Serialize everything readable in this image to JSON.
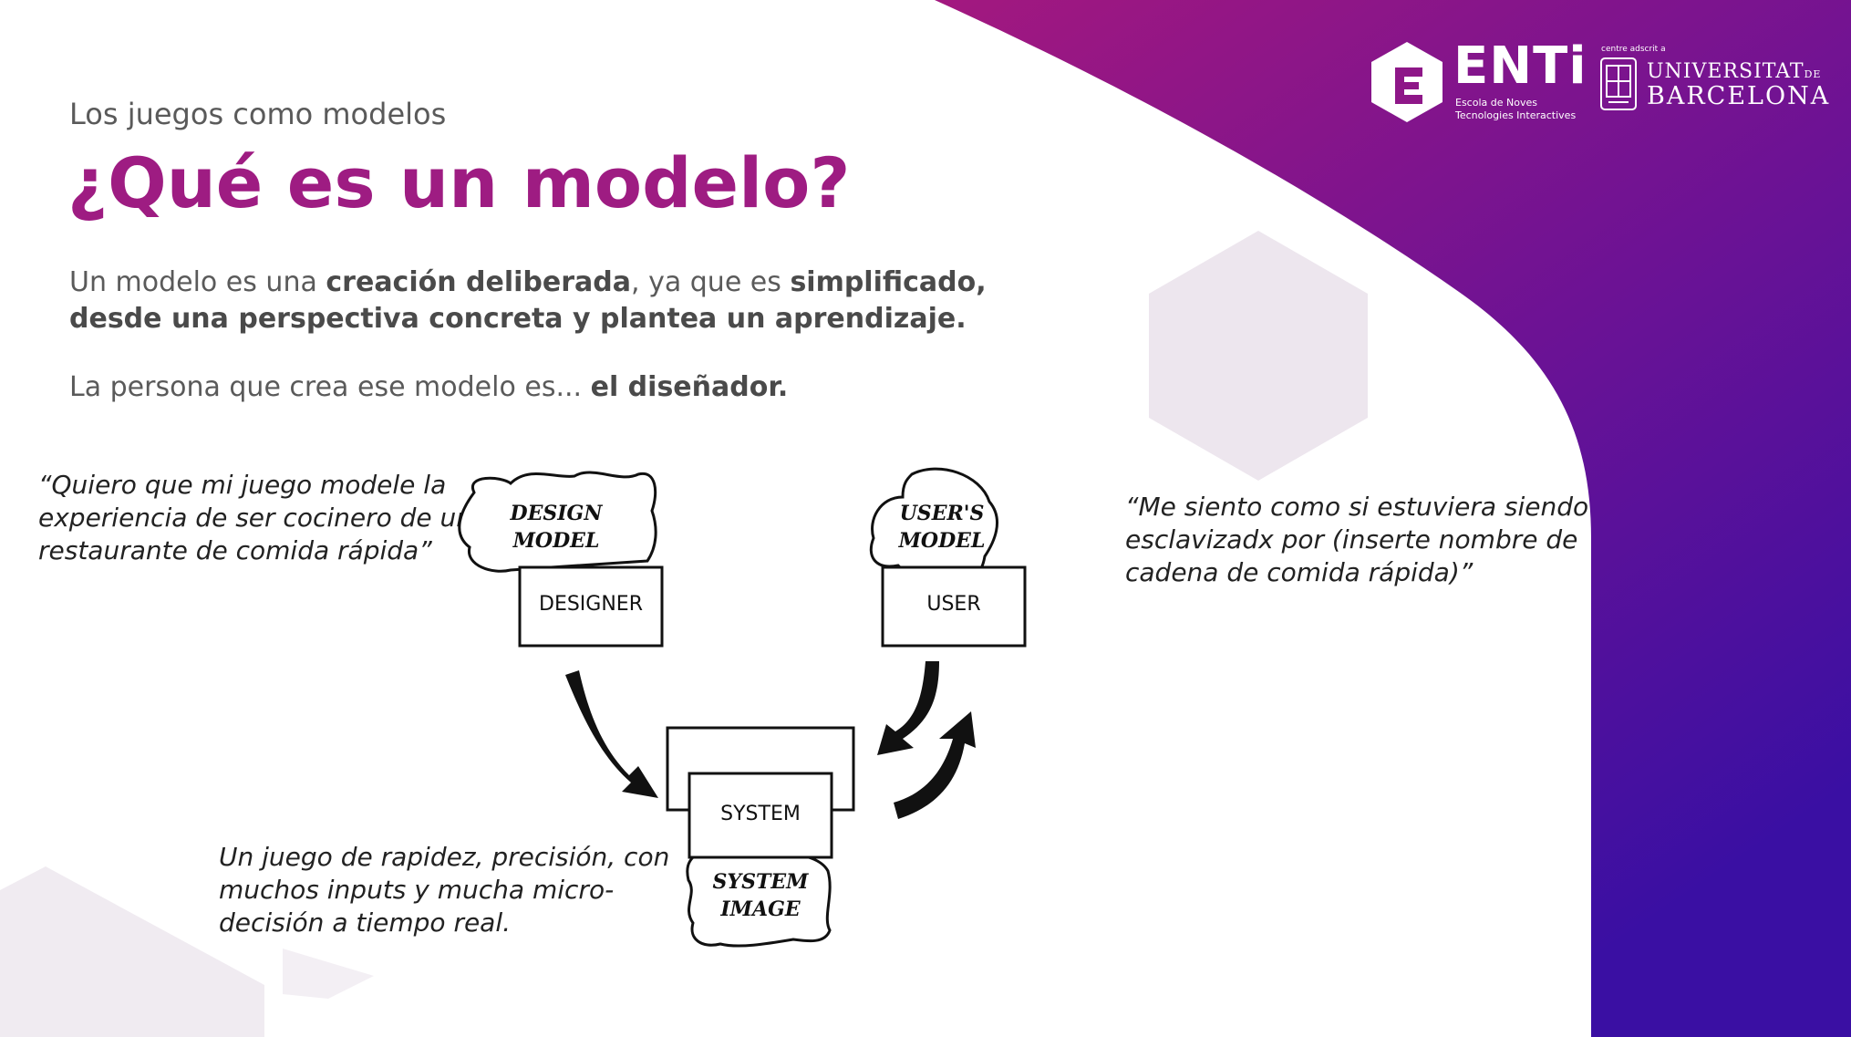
{
  "header": {
    "section": "Los juegos como modelos",
    "title": "¿Qué es un modelo?"
  },
  "body": {
    "p1_a": "Un modelo es una ",
    "p1_b": "creación deliberada",
    "p1_c": ", ya que es ",
    "p1_d": "simplificado, desde una perspectiva concreta y plantea un aprendizaje.",
    "p2_a": "La persona que crea ese modelo es... ",
    "p2_b": "el diseñador."
  },
  "quotes": {
    "designer": "“Quiero que mi juego modele la experiencia de ser cocinero de un restaurante de comida rápida”",
    "user": "“Me siento como si estuviera siendo esclavizadx por (inserte nombre de cadena de comida rápida)”",
    "system": "Un juego de rapidez, precisión, con muchos inputs y mucha micro-decisión a tiempo real."
  },
  "diagram": {
    "design_model_1": "DESIGN",
    "design_model_2": "MODEL",
    "designer": "DESIGNER",
    "users_model_1": "USER'S",
    "users_model_2": "MODEL",
    "user": "USER",
    "system": "SYSTEM",
    "system_image_1": "SYSTEM",
    "system_image_2": "IMAGE"
  },
  "logos": {
    "enti_name": "ENTi",
    "enti_sub1": "Escola de Noves",
    "enti_sub2": "Tecnologies Interactives",
    "ub_prefix": "centre adscrit a",
    "ub_line1": "UNIVERSITAT",
    "ub_line1_suffix": "DE",
    "ub_line2": "BARCELONA"
  },
  "colors": {
    "title": "#9e1c82",
    "gradient_top": "#a3187f",
    "gradient_bottom": "#3a0fa3",
    "hexagon": "#ede6ee"
  }
}
